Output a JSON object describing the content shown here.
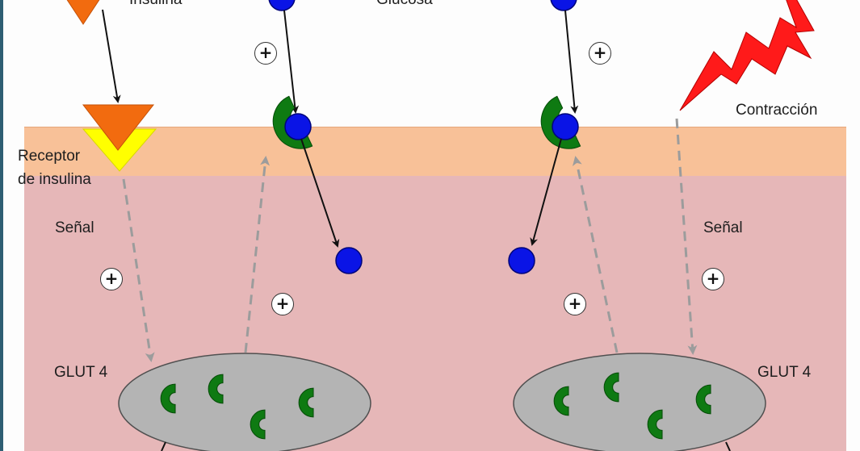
{
  "labels": {
    "insulina": "Insulina",
    "glucosa": "Glucosa",
    "receptor_line1": "Receptor",
    "receptor_line2": "de insulina",
    "contraccion": "Contracción",
    "senal_left": "Señal",
    "senal_right": "Señal",
    "glut4_left": "GLUT 4",
    "glut4_right": "GLUT 4",
    "plus": "+"
  },
  "colors": {
    "membrane": "#f8c198",
    "cytoplasm": "#e6b7b8",
    "insulin": "#f26b0f",
    "receptor": "#ffff00",
    "glucose": "#0a14e6",
    "glut4": "#0e7a12",
    "vesicle": "#b4b4b4",
    "lightning": "#ff1a1a",
    "signal_arrow": "#9c9c9c"
  },
  "icons": [
    "insulin-triangle-icon",
    "glucose-molecule-icon",
    "glut4-transporter-icon",
    "lightning-bolt-icon",
    "plus-sign-icon",
    "vesicle-icon"
  ]
}
